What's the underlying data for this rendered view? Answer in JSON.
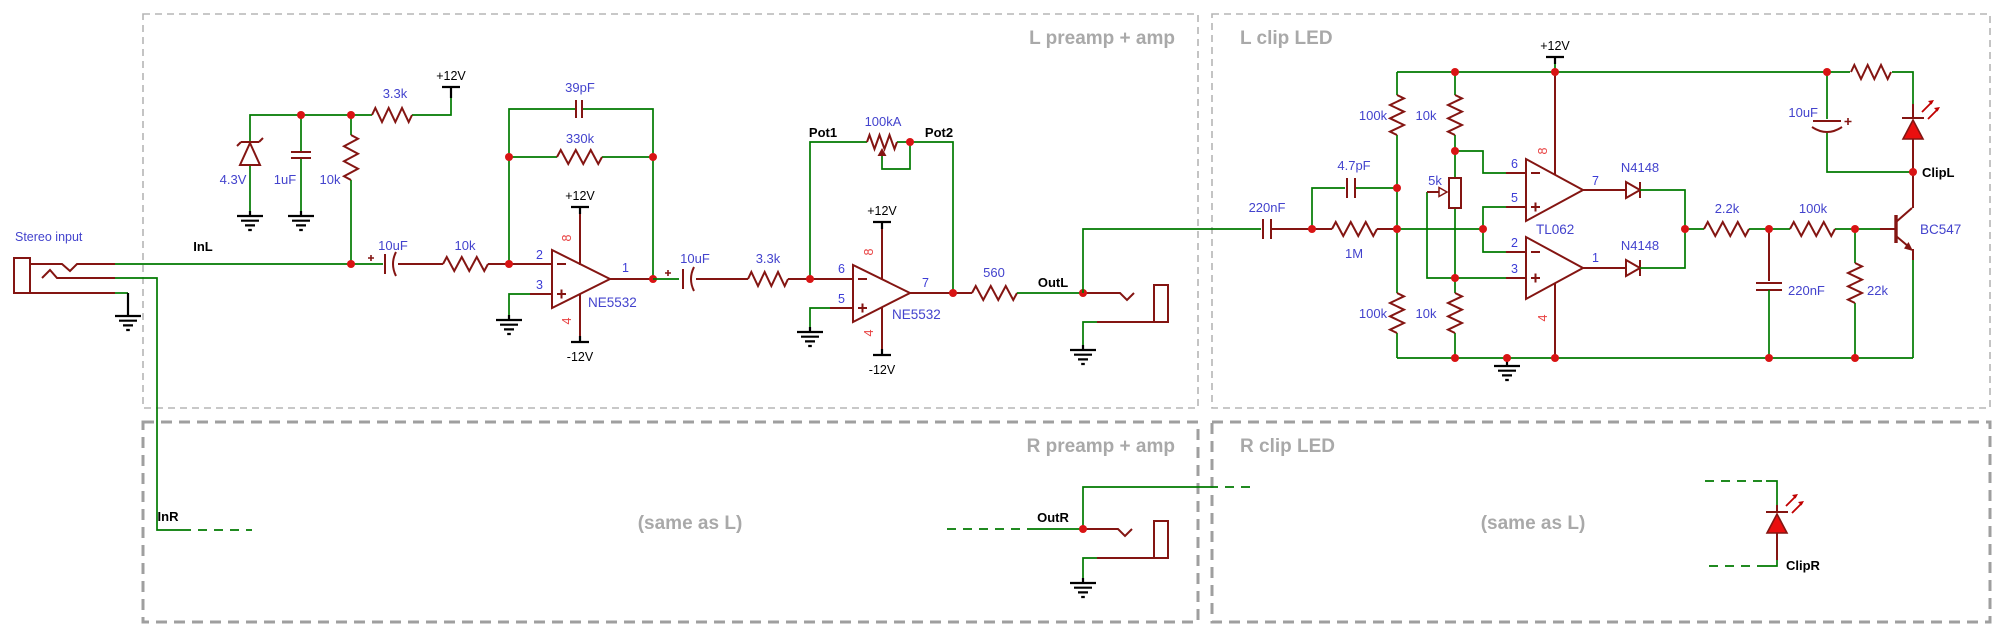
{
  "canvas": {
    "width": "2000",
    "height": "638"
  },
  "colors": {
    "wire_green": "#007a00",
    "component_red": "#841512",
    "value_blue": "#4343cd",
    "power_pin_red": "#e84040",
    "junction_red": "#d81414",
    "led_red": "#ea0f0f",
    "section_gray": "#a9a9a9"
  },
  "sections": {
    "l_preamp": "L preamp + amp",
    "l_clip": "L clip LED",
    "r_preamp": "R preamp + amp",
    "r_clip": "R clip LED",
    "same_note": "(same as L)"
  },
  "nets": {
    "stereo_input": "Stereo input",
    "inl": "InL",
    "inr": "InR",
    "outl": "OutL",
    "outr": "OutR",
    "clipl": "ClipL",
    "clipr": "ClipR"
  },
  "power": {
    "p12": "+12V",
    "n12": "-12V"
  },
  "preamp": {
    "zener": "4.3V",
    "c_bypass": "1uF",
    "r_bias": "10k",
    "r_feed": "3.3k",
    "c_in": "10uF",
    "r_in": "10k",
    "c_comp": "39pF",
    "r_fb": "330k",
    "u1": "NE5532",
    "u1_pin_inv": "2",
    "u1_pin_nin": "3",
    "u1_pin_out": "1",
    "u1_pin_vp": "8",
    "u1_pin_vn": "4",
    "c_mid": "10uF",
    "r_mid": "3.3k",
    "pot1": "Pot1",
    "pot_val": "100kA",
    "pot2": "Pot2",
    "u2": "NE5532",
    "u2_pin_inv": "6",
    "u2_pin_nin": "5",
    "u2_pin_out": "7",
    "u2_pin_vp": "8",
    "u2_pin_vn": "4",
    "r_out": "560"
  },
  "clip": {
    "c_in": "220nF",
    "c_hf": "4.7pF",
    "r_series": "1M",
    "r_div_tl": "100k",
    "r_div_tr": "10k",
    "r_div_bl": "100k",
    "r_div_br": "10k",
    "r_trim": "5k",
    "u3": "TL062",
    "u3a_inv": "6",
    "u3a_nin": "5",
    "u3a_out": "7",
    "u3b_inv": "2",
    "u3b_nin": "3",
    "u3b_out": "1",
    "u3_vp": "8",
    "u3_vn": "4",
    "d1": "N4148",
    "d2": "N4148",
    "r_sum": "2.2k",
    "c_avg": "220nF",
    "r_base": "100k",
    "r_pull": "22k",
    "q1": "BC547",
    "c_led": "10uF"
  }
}
